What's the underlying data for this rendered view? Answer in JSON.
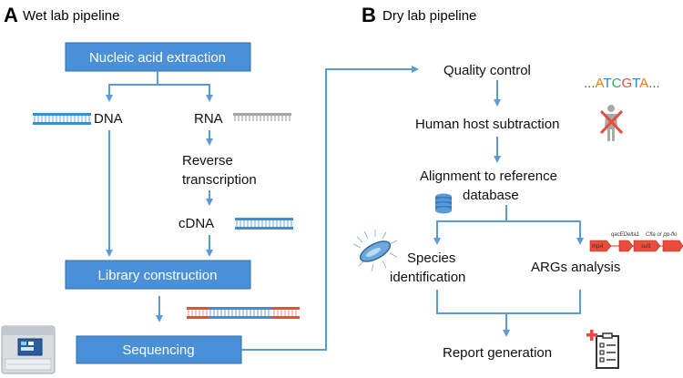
{
  "colors": {
    "box_fill": "#4a90d9",
    "box_stroke": "#2e6da4",
    "arrow": "#5b9bd5",
    "dna_blue": "#3a8ed6",
    "rna_gray": "#a6a6a6",
    "red": "#e74c3c"
  },
  "wet_lab": {
    "letter": "A",
    "title": "Wet lab pipeline",
    "nucleic_acid_extraction": "Nucleic acid extraction",
    "dna": "DNA",
    "rna": "RNA",
    "reverse_transcription_line1": "Reverse",
    "reverse_transcription_line2": "transcription",
    "cdna": "cDNA",
    "library_construction": "Library construction",
    "sequencing": "Sequencing"
  },
  "dry_lab": {
    "letter": "B",
    "title": "Dry lab pipeline",
    "quality_control": "Quality control",
    "seq_prefix": "...",
    "seq_bases": [
      "A",
      "T",
      "C",
      "G",
      "T",
      "A"
    ],
    "seq_suffix": "...",
    "human_host_subtraction": "Human host subtraction",
    "alignment_line1": "Alignment to reference",
    "alignment_line2": "database",
    "species_line1": "Species",
    "species_line2": "identification",
    "args_analysis": "ARGs analysis",
    "report_generation": "Report generation",
    "gene_label_1": "qacEDelta1",
    "gene_label_2": "Cfla or pp-flo",
    "gene_box_1": "tnpA",
    "gene_box_2": "sul1"
  },
  "icons": {
    "sequencer": "sequencer-machine-icon",
    "human": "human-crossed-icon",
    "database": "database-icon",
    "bacterium": "bacterium-icon",
    "report": "report-checklist-icon"
  }
}
